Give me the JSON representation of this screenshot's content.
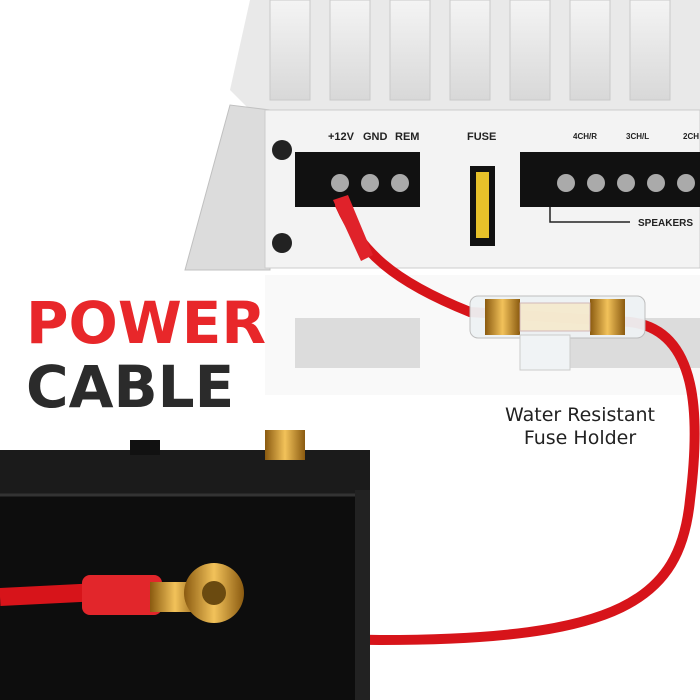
{
  "headline": {
    "line1": "POWER",
    "line2": "CABLE"
  },
  "callout": {
    "line1": "Water Resistant",
    "line2": "Fuse Holder"
  },
  "amplifier_labels": {
    "plus12v": "+12V",
    "gnd": "GND",
    "rem": "REM",
    "fuse": "FUSE",
    "ch4r": "4CH/R",
    "ch3l": "3CH/L",
    "ch2": "2CH",
    "speakers": "SPEAKERS"
  },
  "colors": {
    "headline_red": "#e8272a",
    "headline_dark": "#2b2b2b",
    "cable_red": "#d7141a"
  }
}
